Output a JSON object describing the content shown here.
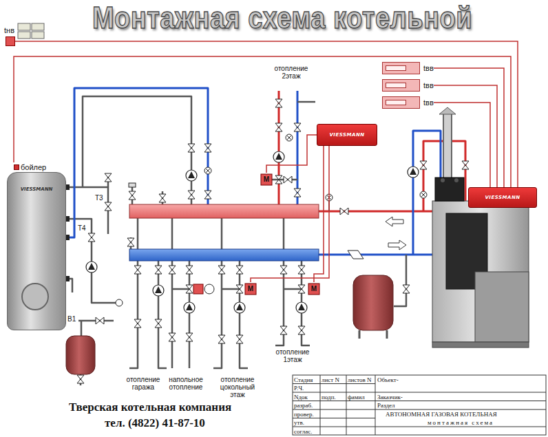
{
  "diagram": {
    "title": "Монтажная схема котельной",
    "nodes": [
      {
        "text": [
          "tнв"
        ]
      },
      {
        "text": [
          "бойлер",
          "VIESSMANN"
        ]
      },
      {
        "text": [
          "tвв"
        ]
      },
      {
        "text": [
          "tвв"
        ]
      },
      {
        "text": [
          "tвв"
        ]
      },
      {
        "text": [
          "VIESSMANN"
        ]
      },
      {
        "text": [
          "VIESSMANN"
        ]
      }
    ],
    "edges": [
      {
        "from": 0,
        "to": 6,
        "arrow": "none"
      },
      {
        "from": 1,
        "to": 6,
        "arrow": "none"
      },
      {
        "from": 2,
        "to": 6,
        "arrow": "none"
      },
      {
        "from": 3,
        "to": 6,
        "arrow": "none"
      },
      {
        "from": 4,
        "to": 6,
        "arrow": "none"
      }
    ],
    "labels": [
      "T3",
      "T4",
      "отопление 2этаж",
      "В1",
      "M",
      "M",
      "M",
      "отопление гаража",
      "напольное отопление",
      "отопление цокольный этаж",
      "отопление 1этаж",
      "Тверская котельная компания",
      "тел. (4822) 41-87-10",
      "Стадия",
      "лист N",
      "листов N",
      "Объект-",
      "Р.Ч.",
      "Nдок",
      "подп.",
      "фамил",
      "Заказчик-",
      "разраб.",
      "Раздел",
      "провер.",
      "АВТОНОМНАЯ ГАЗОВАЯ КОТЕЛЬНАЯ",
      "утв.",
      "монтажная схема",
      "соглас."
    ]
  }
}
